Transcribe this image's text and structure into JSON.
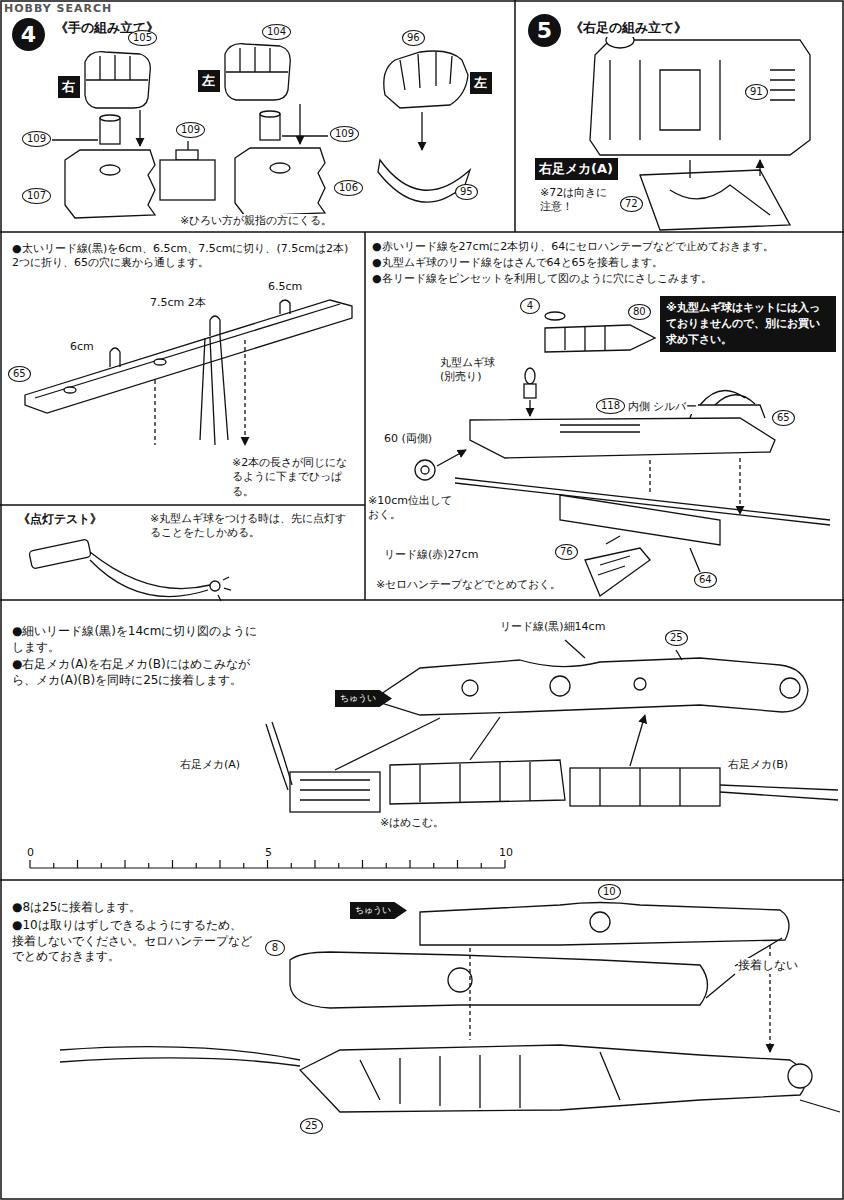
{
  "diagram": {
    "nodes": [
      {
        "text": [
          "4"
        ]
      },
      {
        "text": [
          "5"
        ]
      },
      {
        "text": [
          "右"
        ]
      },
      {
        "text": [
          "左"
        ]
      },
      {
        "text": [
          "左"
        ]
      },
      {
        "text": [
          "右足メカ(A)"
        ]
      },
      {
        "text": [
          "※丸型ムギ球はキットには入っておりませんので、別にお買い求め下さい。"
        ]
      },
      {
        "text": [
          "ちゅうい"
        ]
      },
      {
        "text": [
          "ちゅうい"
        ]
      }
    ],
    "labels": [
      "HOBBY SEARCH",
      "《手の組み立て》",
      "105",
      "109",
      "107",
      "104",
      "109",
      "106",
      "96",
      "95",
      "109",
      "※ひろい方が親指の方にくる。",
      "《右足の組み立て》",
      "91",
      "72",
      "※72は向きに注意！",
      "●太いリード線(黒)を6cm、6.5cm、7.5cmに切り、(7.5cmは2本) 2つに折り、65の穴に裏から通します。",
      "7.5cm 2本",
      "6.5cm",
      "6cm",
      "65",
      "※2本の長さが同じになるように下までひっぱる。",
      "《点灯テスト》",
      "※丸型ムギ球をつける時は、先に点灯することをたしかめる。",
      "●赤いリード線を27cmに2本切り、64にセロハンテープなどで止めておきます。",
      "●丸型ムギ球のリード線をはさんで64と65を接着します。",
      "●各リード線をピンセットを利用して図のように穴にさしこみます。",
      "4",
      "80",
      "丸型ムギ球 (別売り)",
      "118",
      "内側 シルバー",
      "65",
      "60 (両側)",
      "※10cm位出しておく。",
      "リード線(赤)27cm",
      "76",
      "※セロハンテープなどでとめておく。",
      "64",
      "●細いリード線(黒)を14cmに切り図のようにします。",
      "●右足メカ(A)を右足メカ(B)にはめこみながら、メカ(A)(B)を同時に25に接着します。",
      "リード線(黒)細14cm",
      "25",
      "右足メカ(A)",
      "右足メカ(B)",
      "※はめこむ。",
      "0",
      "5",
      "10",
      "●8は25に接着します。",
      "●10は取りはずしできるようにするため、接着しないでください。セロハンテープなどでとめておきます。",
      "10",
      "8",
      "接着しない",
      "25"
    ]
  }
}
